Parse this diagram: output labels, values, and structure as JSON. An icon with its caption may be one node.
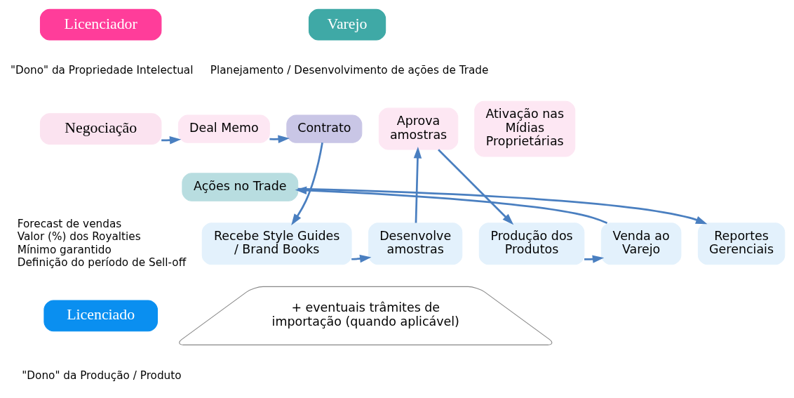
{
  "diagram": {
    "nodes": [
      {
        "text": [
          "Licenciador"
        ],
        "beside": [
          "\"Dono\" da Propriedade Intelectual"
        ]
      },
      {
        "text": [
          "Varejo"
        ],
        "beside": [
          "Planejamento / Desenvolvimento de ações de Trade"
        ]
      },
      {
        "text": [
          "Negociação"
        ],
        "beside": [
          "Forecast de vendas",
          "Valor (%) dos Royalties",
          "Mínimo garantido",
          "Definição do período de Sell-off"
        ]
      },
      {
        "text": [
          "Deal Memo"
        ]
      },
      {
        "text": [
          "Contrato"
        ]
      },
      {
        "text": [
          "Aprova amostras"
        ]
      },
      {
        "text": [
          "Ativação nas Mídias Proprietárias"
        ]
      },
      {
        "text": [
          "Ações no Trade"
        ]
      },
      {
        "text": [
          "Recebe Style Guides / Brand Books"
        ]
      },
      {
        "text": [
          "Desenvolve amostras"
        ]
      },
      {
        "text": [
          "Produção dos Produtos"
        ]
      },
      {
        "text": [
          "Venda ao Varejo"
        ]
      },
      {
        "text": [
          "Reportes Gerenciais"
        ]
      },
      {
        "text": [
          "+ eventuais trâmites de importação (quando aplicável)"
        ]
      },
      {
        "text": [
          "Licenciado"
        ],
        "beside": [
          "\"Dono\" da Produção / Produto"
        ]
      }
    ],
    "edges": [
      {
        "from": 2,
        "to": 3,
        "arrow": "to"
      },
      {
        "from": 3,
        "to": 4,
        "arrow": "to"
      },
      {
        "from": 4,
        "to": 8,
        "arrow": "to"
      },
      {
        "from": 8,
        "to": 9,
        "arrow": "to"
      },
      {
        "from": 9,
        "to": 5,
        "arrow": "to"
      },
      {
        "from": 5,
        "to": 10,
        "arrow": "to"
      },
      {
        "from": 10,
        "to": 11,
        "arrow": "to"
      },
      {
        "from": 11,
        "to": 7,
        "arrow": "to"
      },
      {
        "from": 7,
        "to": 12,
        "arrow": "to"
      }
    ]
  }
}
